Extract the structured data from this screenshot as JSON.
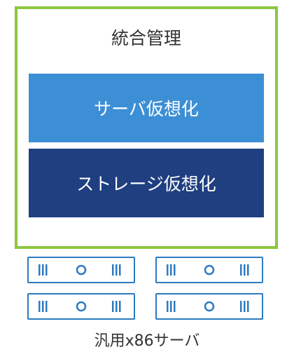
{
  "diagram": {
    "title": "統合管理",
    "layers": [
      {
        "label": "サーバ仮想化"
      },
      {
        "label": "ストレージ仮想化"
      }
    ],
    "server_caption": "汎用x86サーバ",
    "server_count": 4
  },
  "colors": {
    "frame_border": "#8dc63f",
    "server_layer": "#3d8fd5",
    "storage_layer": "#1f3f80",
    "server_icon": "#2d7ac2",
    "text": "#333333"
  },
  "icons": [
    "server-rack-icon"
  ]
}
